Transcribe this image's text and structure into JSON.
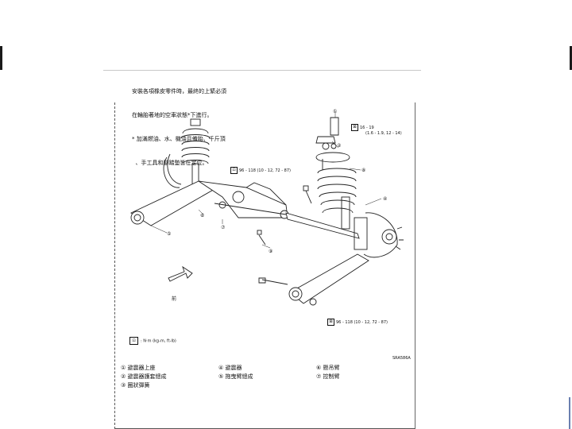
{
  "note": {
    "line1": "安裝各項橡皮零件時，最終的上緊必須",
    "line2": "在輪胎著地的空車狀態*下進行。",
    "line3": "* 加滿燃油、水、機油且備胎、千斤頂",
    "line4": "  、手工具和腳踏墊皆在定位。"
  },
  "torques": {
    "t1": "16 - 19",
    "t1_sub": "(1.6 - 1.9, 12 - 14)",
    "t2": "96 - 118 (10 - 12, 72 - 87)",
    "t3": "96 - 118 (10 - 12, 72 - 87)"
  },
  "callouts": [
    "①",
    "②",
    "③",
    "④",
    "⑤",
    "⑥",
    "⑦",
    "⑧",
    "⑨"
  ],
  "front_label": "前",
  "legend_key": ": N·m (kg-m, ft-lb)",
  "figure_code": "SRA586A",
  "parts": {
    "col1": [
      "① 避震器上座",
      "② 避震器護套總成",
      "③ 圈狀彈簧"
    ],
    "col2": [
      "④ 避震器",
      "⑤ 拖曳臂總成"
    ],
    "col3": [
      "⑥ 懸吊臂",
      "⑦ 控制臂"
    ]
  },
  "icons": {
    "nut": "torque-nut-icon",
    "arrow": "front-arrow-icon"
  }
}
